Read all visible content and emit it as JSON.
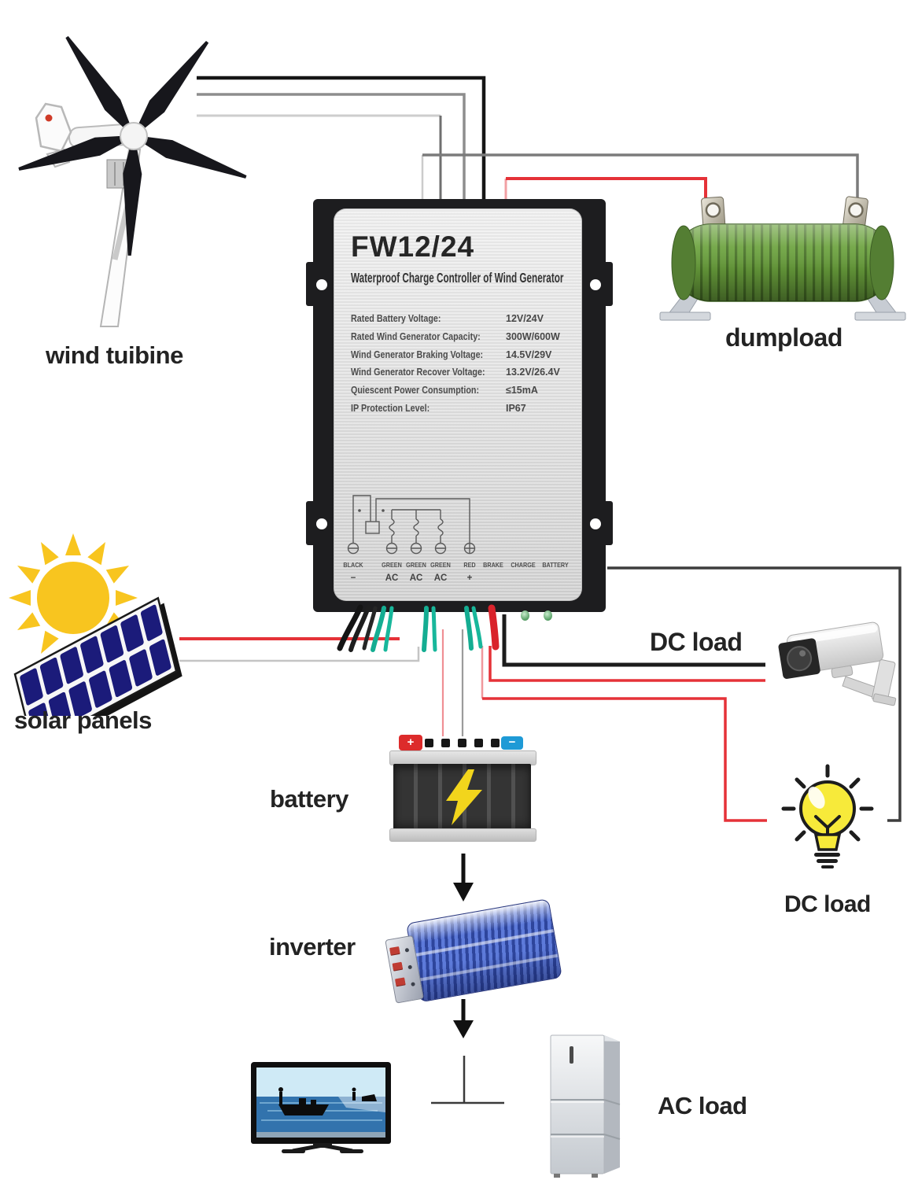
{
  "labels": {
    "wind_turbine": "wind tuibine",
    "dumpload": "dumpload",
    "solar_panels": "solar panels",
    "dc_load_camera": "DC load",
    "battery": "battery",
    "dc_load_bulb": "DC load",
    "inverter": "inverter",
    "ac_load": "AC load"
  },
  "controller": {
    "model": "FW12/24",
    "subtitle": "Waterproof Charge Controller of Wind Generator",
    "specs": [
      {
        "label": "Rated Battery Voltage:",
        "value": "12V/24V"
      },
      {
        "label": "Rated Wind Generator Capacity:",
        "value": "300W/600W"
      },
      {
        "label": "Wind Generator Braking Voltage:",
        "value": "14.5V/29V"
      },
      {
        "label": "Wind Generator Recover Voltage:",
        "value": "13.2V/26.4V"
      },
      {
        "label": "Quiescent Power Consumption:",
        "value": "≤15mA"
      },
      {
        "label": "IP Protection Level:",
        "value": "IP67"
      }
    ],
    "terminals": {
      "row1": [
        "BLACK",
        "GREEN",
        "GREEN",
        "GREEN",
        "RED",
        "BRAKE",
        "CHARGE",
        "BATTERY"
      ],
      "row2": [
        "−",
        "AC",
        "AC",
        "AC",
        "+"
      ]
    }
  },
  "battery_terminals": {
    "positive_mark": "+",
    "negative_mark": "−"
  },
  "colors": {
    "wire_red": "#e53238",
    "wire_black": "#1c1c1c",
    "wire_gray": "#8d8d8d",
    "wire_light_gray": "#c8c8c8",
    "teal_wire": "#18b79b",
    "dumpload_green": "#6ba23d",
    "sun_yellow": "#f8c51f",
    "bulb_yellow": "#f7ea3a",
    "inverter_blue": "#3d5ac0",
    "led_green": "#56a065"
  }
}
